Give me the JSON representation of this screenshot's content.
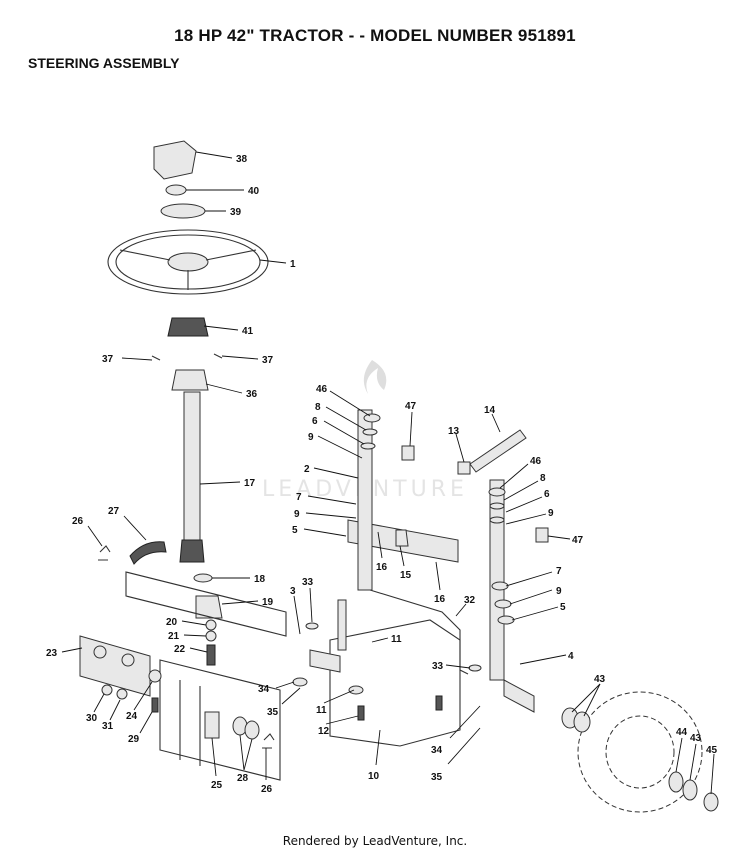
{
  "header": {
    "title": "18 HP 42\" TRACTOR - - MODEL NUMBER 951891",
    "subtitle": "STEERING ASSEMBLY"
  },
  "watermark": "LEADVENTURE",
  "footer": "Rendered by LeadVenture, Inc.",
  "callouts": [
    "38",
    "40",
    "39",
    "1",
    "41",
    "37",
    "37",
    "36",
    "17",
    "18",
    "19",
    "20",
    "21",
    "22",
    "23",
    "26",
    "27",
    "30",
    "31",
    "24",
    "29",
    "25",
    "28",
    "26",
    "46",
    "8",
    "6",
    "9",
    "2",
    "7",
    "9",
    "5",
    "47",
    "14",
    "13",
    "46",
    "8",
    "6",
    "9",
    "47",
    "16",
    "15",
    "16",
    "3",
    "33",
    "11",
    "34",
    "35",
    "11",
    "12",
    "10",
    "32",
    "7",
    "9",
    "5",
    "33",
    "4",
    "34",
    "35",
    "43",
    "44",
    "43",
    "45"
  ]
}
